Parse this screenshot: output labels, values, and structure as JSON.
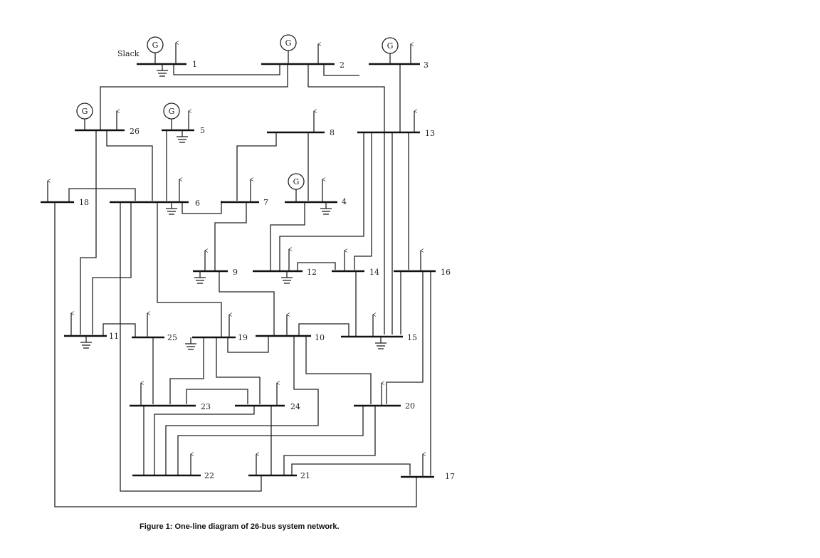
{
  "caption": "Figure 1: One-line diagram of 26-bus system network.",
  "slack_label": "Slack",
  "generator_symbol": "G",
  "buses": [
    "1",
    "2",
    "3",
    "4",
    "5",
    "6",
    "7",
    "8",
    "9",
    "10",
    "11",
    "12",
    "13",
    "14",
    "15",
    "16",
    "17",
    "18",
    "19",
    "20",
    "21",
    "22",
    "23",
    "24",
    "25",
    "26"
  ],
  "icons": [
    "generator-icon",
    "load-arrow-icon",
    "shunt-ground-icon"
  ]
}
